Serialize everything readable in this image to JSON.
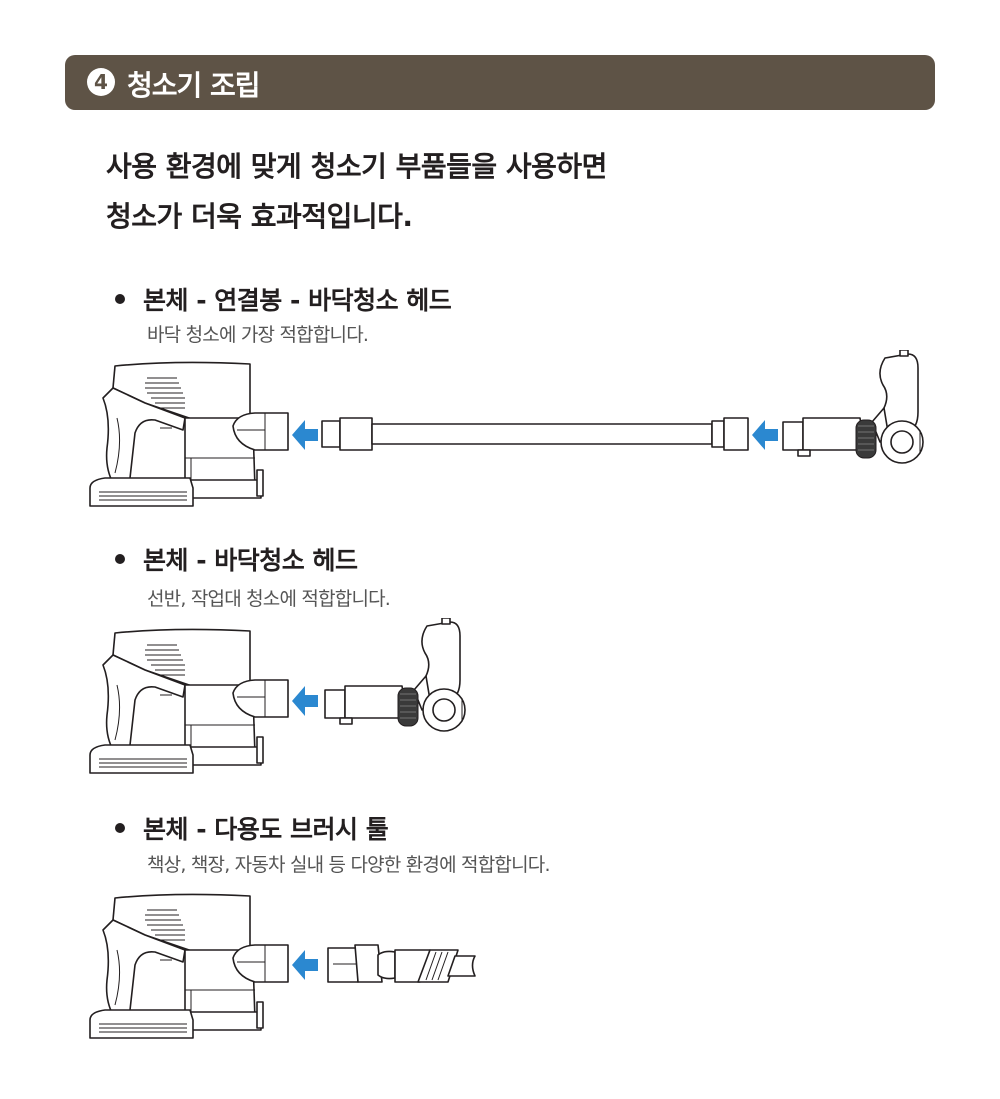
{
  "header": {
    "number": "4",
    "title": "청소기 조립"
  },
  "intro": {
    "line1": "사용 환경에 맞게 청소기 부품들을 사용하면",
    "line2": "청소가 더욱 효과적입니다."
  },
  "sections": [
    {
      "title": "본체 - 연결봉 - 바닥청소 헤드",
      "description": "바닥 청소에 가장 적합합니다."
    },
    {
      "title": "본체 - 바닥청소 헤드",
      "description": "선반, 작업대 청소에 적합합니다."
    },
    {
      "title": "본체 - 다용도 브러시 툴",
      "description": "책상, 책장, 자동차 실내 등 다양한 환경에 적합합니다."
    }
  ],
  "colors": {
    "header_bg": "#5e5346",
    "arrow": "#2b88d0",
    "text": "#231f20"
  }
}
